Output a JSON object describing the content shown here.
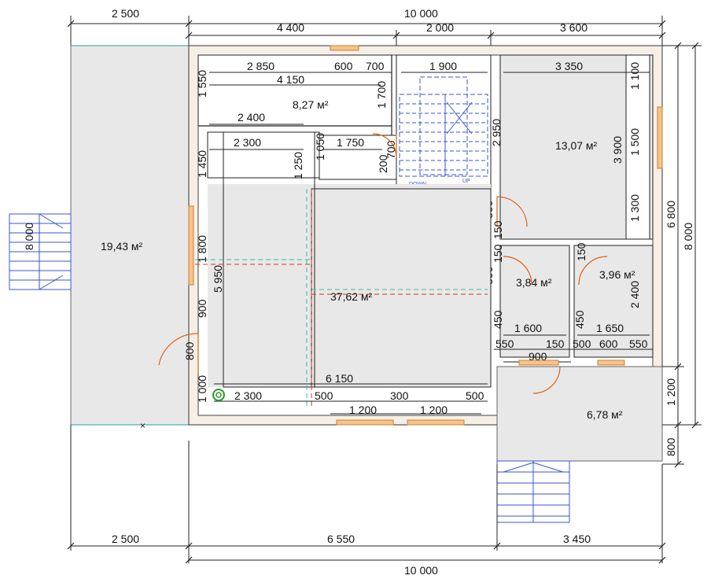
{
  "plan": {
    "areas": {
      "terrace_left": "19,43 м²",
      "kitchen": "8,27 м²",
      "bedroom": "13,07 м²",
      "living": "37,62 м²",
      "bath1": "3,84 м²",
      "bath2": "3,96 м²",
      "porch": "6,78 м²"
    },
    "dimensions": {
      "top_overall_left": "2 500",
      "top_overall": "10 000",
      "top_a": "4 400",
      "top_b": "2 000",
      "top_c": "3 600",
      "r1_a": "2 850",
      "r1_b": "600",
      "r1_c": "700",
      "r1_d": "1 900",
      "r1_e": "3 350",
      "r2": "4 150",
      "k_left": "1 550",
      "k_right": "1 700",
      "r3": "2 400",
      "r4_a": "2 300",
      "r4_b": "1 750",
      "v_1450": "1 450",
      "v_1250": "1 250",
      "v_1050": "1 050",
      "v_700": "700",
      "v_200a": "200",
      "v_200b": "200",
      "v_2950": "2 950",
      "v_1100": "1 100",
      "v_1500": "1 500",
      "v_3900": "3 900",
      "v_1300": "1 300",
      "v_800a": "800",
      "v_150a": "150",
      "v_150b": "150",
      "v_800b": "800",
      "v_150c": "150",
      "v_2400": "2 400",
      "v_450a": "450",
      "v_450b": "450",
      "h_1600": "1 600",
      "h_1650": "1 650",
      "h_550a": "550",
      "h_150": "150",
      "h_500": "500",
      "h_600": "600",
      "h_550b": "550",
      "h_900": "900",
      "v_1800": "1 800",
      "v_5950": "5 950",
      "v_900": "900",
      "v_800c": "800",
      "v_1000": "1 000",
      "h_6150": "6 150",
      "h_2300b": "2 300",
      "h_500b": "500",
      "h_300": "300",
      "h_500c": "500",
      "h_1200a": "1 200",
      "h_1200b": "1 200",
      "right_6800": "6 800",
      "right_8000": "8 000",
      "right_1200": "1 200",
      "right_800": "800",
      "left_8000": "8 000",
      "bottom_2500": "2 500",
      "bottom_6550": "6 550",
      "bottom_3450": "3 450",
      "bottom_overall": "10 000"
    },
    "stair_labels": {
      "down": "DOWN",
      "up": "UP"
    }
  }
}
